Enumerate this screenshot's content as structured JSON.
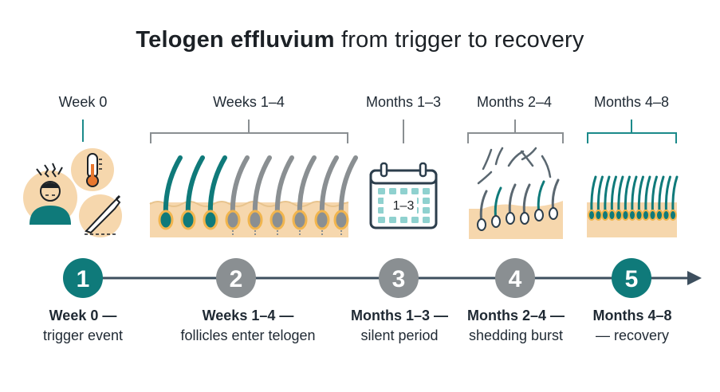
{
  "title": {
    "bold": "Telogen effluvium",
    "rest": " from trigger to recovery"
  },
  "colors": {
    "teal": "#0f7a7a",
    "gray": "#8a8f92",
    "skin": "#f6d7ad",
    "bulb": "#f1b54e",
    "axis": "#3d4f5e",
    "bracket": "#8a8f92",
    "bracket_active": "#1b8a8a"
  },
  "phases": [
    {
      "label": "Week 0",
      "number": "1",
      "caption_title": "Week 0 —",
      "caption_sub": "trigger event",
      "state": "active",
      "icon": "trigger-icons"
    },
    {
      "label": "Weeks 1–4",
      "number": "2",
      "caption_title": "Weeks 1–4 —",
      "caption_sub": "follicles enter telogen",
      "state": "inactive",
      "icon": "telogen-follicles-illustration"
    },
    {
      "label": "Months 1–3",
      "number": "3",
      "caption_title": "Months 1–3 —",
      "caption_sub": "silent period",
      "state": "inactive",
      "icon": "calendar-icon"
    },
    {
      "label": "Months 2–4",
      "number": "4",
      "caption_title": "Months 2–4 —",
      "caption_sub": "shedding burst",
      "state": "inactive",
      "icon": "shedding-illustration"
    },
    {
      "label": "Months 4–8",
      "number": "5",
      "caption_title": "Months 4–8",
      "caption_sub": "— recovery",
      "state": "active",
      "icon": "regrowth-illustration"
    }
  ],
  "calendar": {
    "text": "1–3"
  }
}
